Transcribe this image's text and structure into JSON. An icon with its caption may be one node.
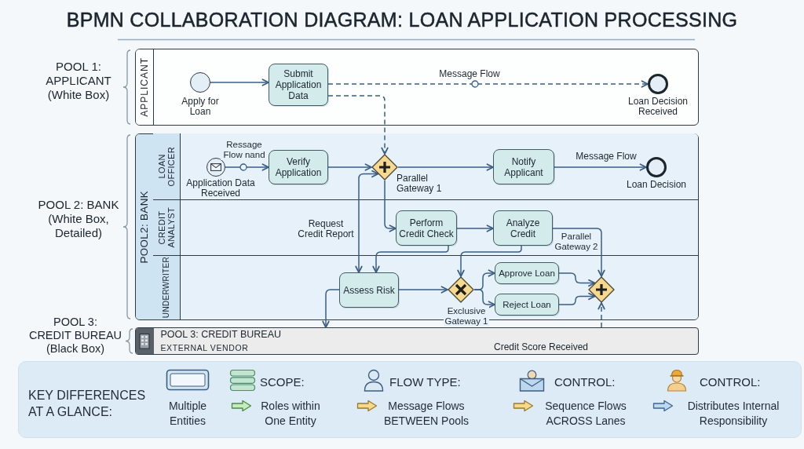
{
  "diagram": {
    "title": "BPMN COLLABORATION DIAGRAM: LOAN APPLICATION PROCESSING",
    "nodes": [
      {
        "text": [
          "APPLICANT"
        ],
        "beside": [
          "POOL 1: APPLICANT (White Box)"
        ]
      },
      {
        "text": [],
        "shape": "circle",
        "beside": [
          "Apply for Loan"
        ],
        "in": 0
      },
      {
        "text": [
          "Submit Application Data"
        ],
        "in": 0
      },
      {
        "text": [],
        "shape": "circle",
        "beside": [
          "Loan Decision Received"
        ],
        "in": 0
      },
      {
        "text": [
          "POOL2: BANK"
        ],
        "beside": [
          "POOL 2: BANK (White Box, Detailed)"
        ]
      },
      {
        "text": [
          "LOAN OFFICER"
        ],
        "in": 4
      },
      {
        "text": [
          "CREDIT ANALYST"
        ],
        "in": 4
      },
      {
        "text": [
          "UNDERWRITER"
        ],
        "in": 4
      },
      {
        "text": [],
        "shape": "circle",
        "beside": [
          "Application Data Received"
        ],
        "in": 5
      },
      {
        "text": [
          "Verify Application"
        ],
        "in": 5
      },
      {
        "text": [],
        "shape": "diamond",
        "beside": [
          "Parallel Gateway 1"
        ],
        "in": 5
      },
      {
        "text": [
          "Notify Applicant"
        ],
        "in": 5
      },
      {
        "text": [],
        "shape": "circle",
        "beside": [
          "Loan Decision"
        ],
        "in": 5
      },
      {
        "text": [
          "Perform Credit Check"
        ],
        "in": 6
      },
      {
        "text": [
          "Analyze Credit"
        ],
        "in": 6
      },
      {
        "text": [
          "Assess Risk"
        ],
        "in": 7
      },
      {
        "text": [],
        "shape": "diamond",
        "beside": [
          "Exclusive Gateway 1"
        ],
        "in": 7
      },
      {
        "text": [
          "Approve Loan"
        ],
        "in": 7
      },
      {
        "text": [
          "Reject Loan"
        ],
        "in": 7
      },
      {
        "text": [],
        "shape": "diamond",
        "in": 7
      },
      {
        "text": [
          "POOL 3: CREDIT BUREAU",
          "EXTERNAL VENDOR"
        ]
      },
      {
        "text": [
          "KEY DIFFERENCES AT A GLANCE:",
          "Multiple Entities",
          "SCOPE:",
          "Roles within One Entity",
          "FLOW TYPE:",
          "Message Flows BETWEEN Pools",
          "CONTROL:",
          "Sequence Flows ACROSS Lanes",
          "CONTROL:",
          "Distributes Internal Responsibility"
        ]
      }
    ],
    "edges": [
      {
        "from": 1,
        "to": 2,
        "arrow": "to"
      },
      {
        "from": 2,
        "to": 3,
        "arrow": "to",
        "style": "dashed",
        "label": "Message Flow"
      },
      {
        "from": 2,
        "to": 10,
        "arrow": "to",
        "style": "dashed"
      },
      {
        "from": 8,
        "to": 9,
        "arrow": "to",
        "label": "Ressage Flow nand"
      },
      {
        "from": 9,
        "to": 10,
        "arrow": "to"
      },
      {
        "from": 10,
        "to": 11,
        "arrow": "to"
      },
      {
        "from": 11,
        "to": 12,
        "arrow": "to",
        "label": "Message Flow"
      },
      {
        "from": 10,
        "to": 13,
        "arrow": "to"
      },
      {
        "from": 13,
        "to": 14,
        "arrow": "to"
      },
      {
        "from": 14,
        "to": 19,
        "arrow": "to"
      },
      {
        "from": 15,
        "to": 10,
        "arrow": "both",
        "label": "Request Credit Report"
      },
      {
        "from": 13,
        "to": 15,
        "arrow": "to"
      },
      {
        "from": 14,
        "to": 16,
        "arrow": "to"
      },
      {
        "from": 15,
        "to": 16,
        "arrow": "to"
      },
      {
        "from": 16,
        "to": 17,
        "arrow": "to"
      },
      {
        "from": 16,
        "to": 18,
        "arrow": "to"
      },
      {
        "from": 17,
        "to": 19,
        "arrow": "to"
      },
      {
        "from": 18,
        "to": 19,
        "arrow": "to"
      },
      {
        "from": 15,
        "to": 20,
        "arrow": "to"
      },
      {
        "from": 20,
        "to": 19,
        "arrow": "to",
        "style": "dashed",
        "label": "Credit Score Received"
      }
    ],
    "labels": [
      "Parallel Gateway 2",
      "POOL 3: CREDIT BUREAU (Black Box)"
    ]
  }
}
